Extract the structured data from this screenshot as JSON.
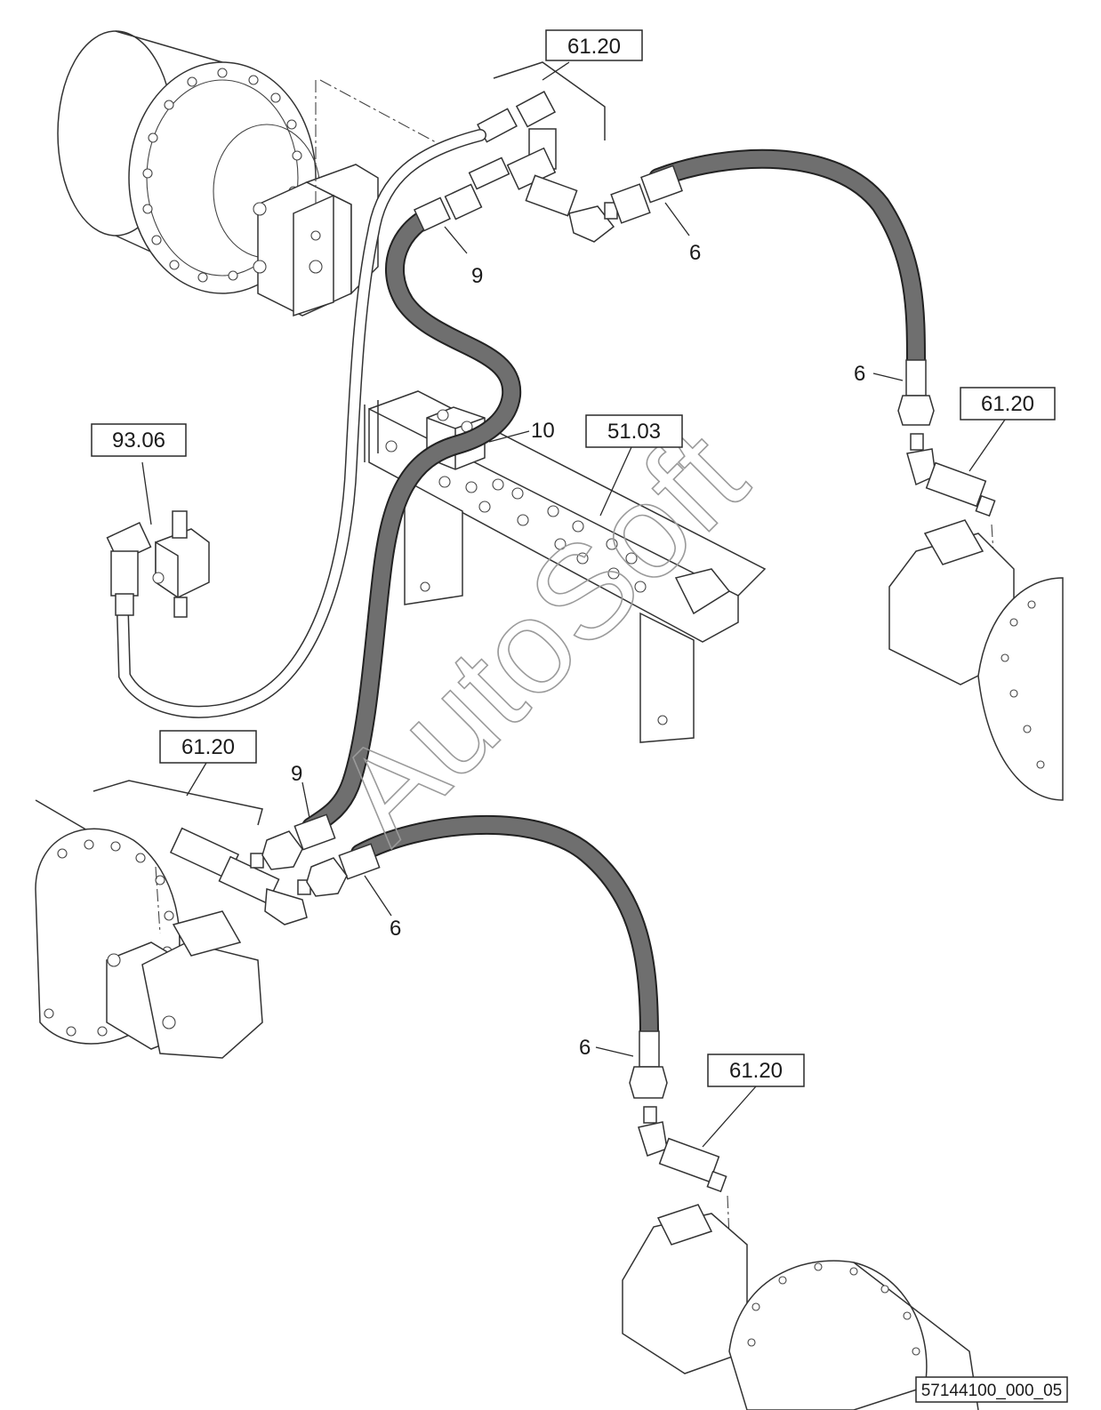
{
  "references": [
    {
      "id": "ref-top",
      "label": "61.20"
    },
    {
      "id": "ref-right",
      "label": "61.20"
    },
    {
      "id": "ref-left-upper",
      "label": "93.06"
    },
    {
      "id": "ref-center",
      "label": "51.03"
    },
    {
      "id": "ref-left-lower",
      "label": "61.20"
    },
    {
      "id": "ref-bottom",
      "label": "61.20"
    }
  ],
  "callouts": [
    {
      "id": "c9-top",
      "label": "9"
    },
    {
      "id": "c6-top",
      "label": "6"
    },
    {
      "id": "c6-right",
      "label": "6"
    },
    {
      "id": "c10",
      "label": "10"
    },
    {
      "id": "c9-lower",
      "label": "9"
    },
    {
      "id": "c6-lower",
      "label": "6"
    },
    {
      "id": "c6-bottom",
      "label": "6"
    }
  ],
  "watermark": "AutoSoft",
  "document_id": "57144100_000_05"
}
